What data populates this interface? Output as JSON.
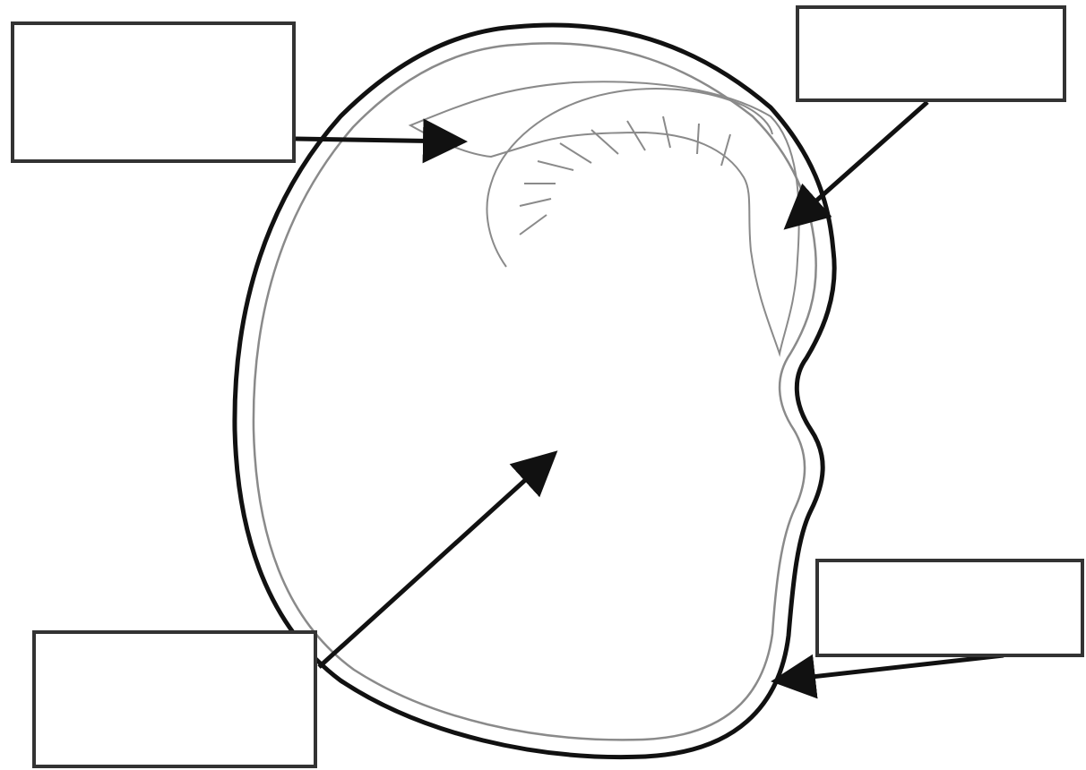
{
  "diagram": {
    "structure": "seed-cross-section",
    "label_boxes": [
      {
        "id": "top-left",
        "text": ""
      },
      {
        "id": "top-right",
        "text": ""
      },
      {
        "id": "bottom-right",
        "text": ""
      },
      {
        "id": "bottom-left",
        "text": ""
      }
    ],
    "colors": {
      "outline": "#111111",
      "inner_line": "#8a8a8a",
      "box_border": "#333333",
      "background": "#ffffff"
    }
  }
}
